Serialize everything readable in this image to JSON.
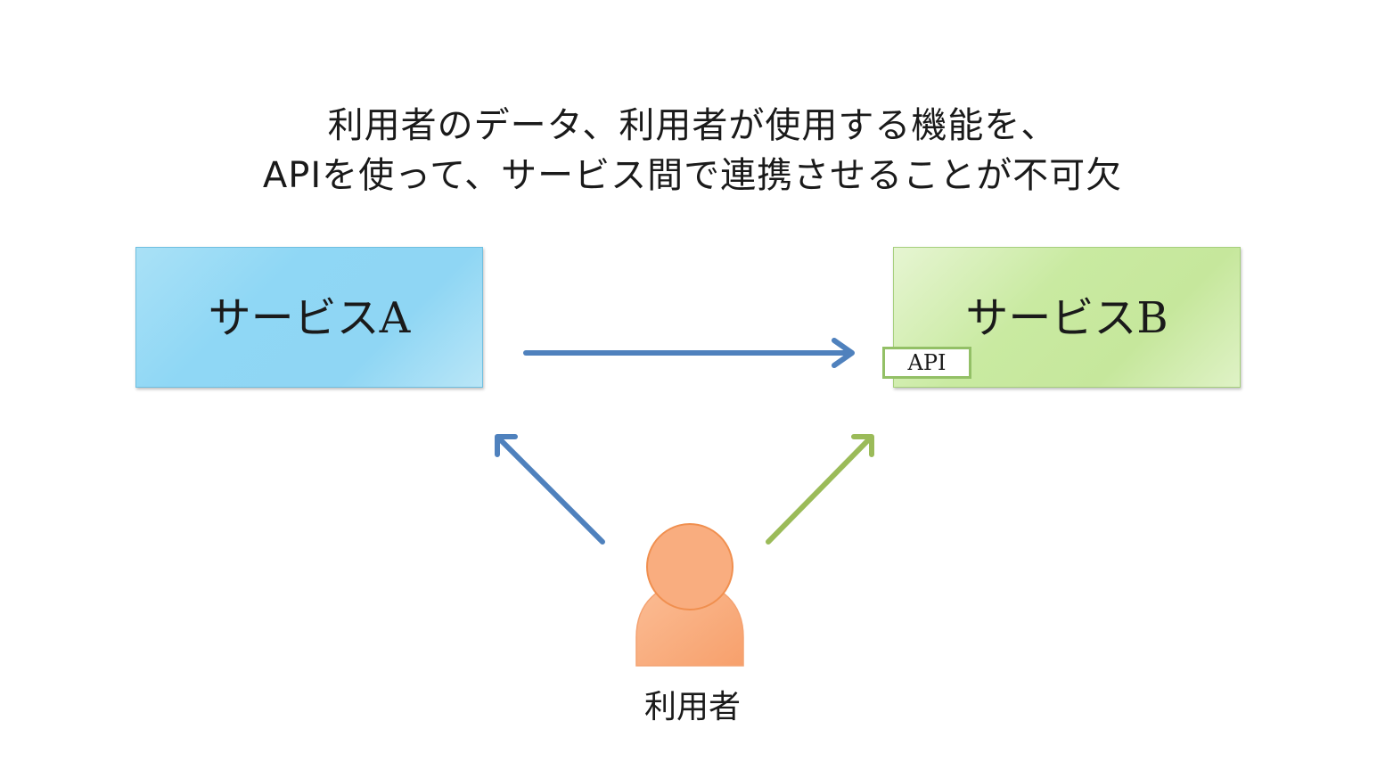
{
  "title": {
    "line1": "利用者のデータ、利用者が使用する機能を、",
    "line2": "APIを使って、サービス間で連携させることが不可欠"
  },
  "nodes": {
    "service_a": "サービスA",
    "service_b": "サービスB",
    "api_tag": "API",
    "user": "利用者"
  },
  "edges": [
    {
      "from": "service_a",
      "to": "service_b",
      "color": "#4f81bd"
    },
    {
      "from": "user",
      "to": "service_a",
      "color": "#4f81bd"
    },
    {
      "from": "user",
      "to": "service_b",
      "color": "#9bbb59"
    }
  ],
  "colors": {
    "service_a_fill": "#8fd7f5",
    "service_b_fill": "#c6e79c",
    "api_border": "#93c066",
    "user_fill": "#f9ad7f",
    "user_outline": "#f08f4f"
  }
}
